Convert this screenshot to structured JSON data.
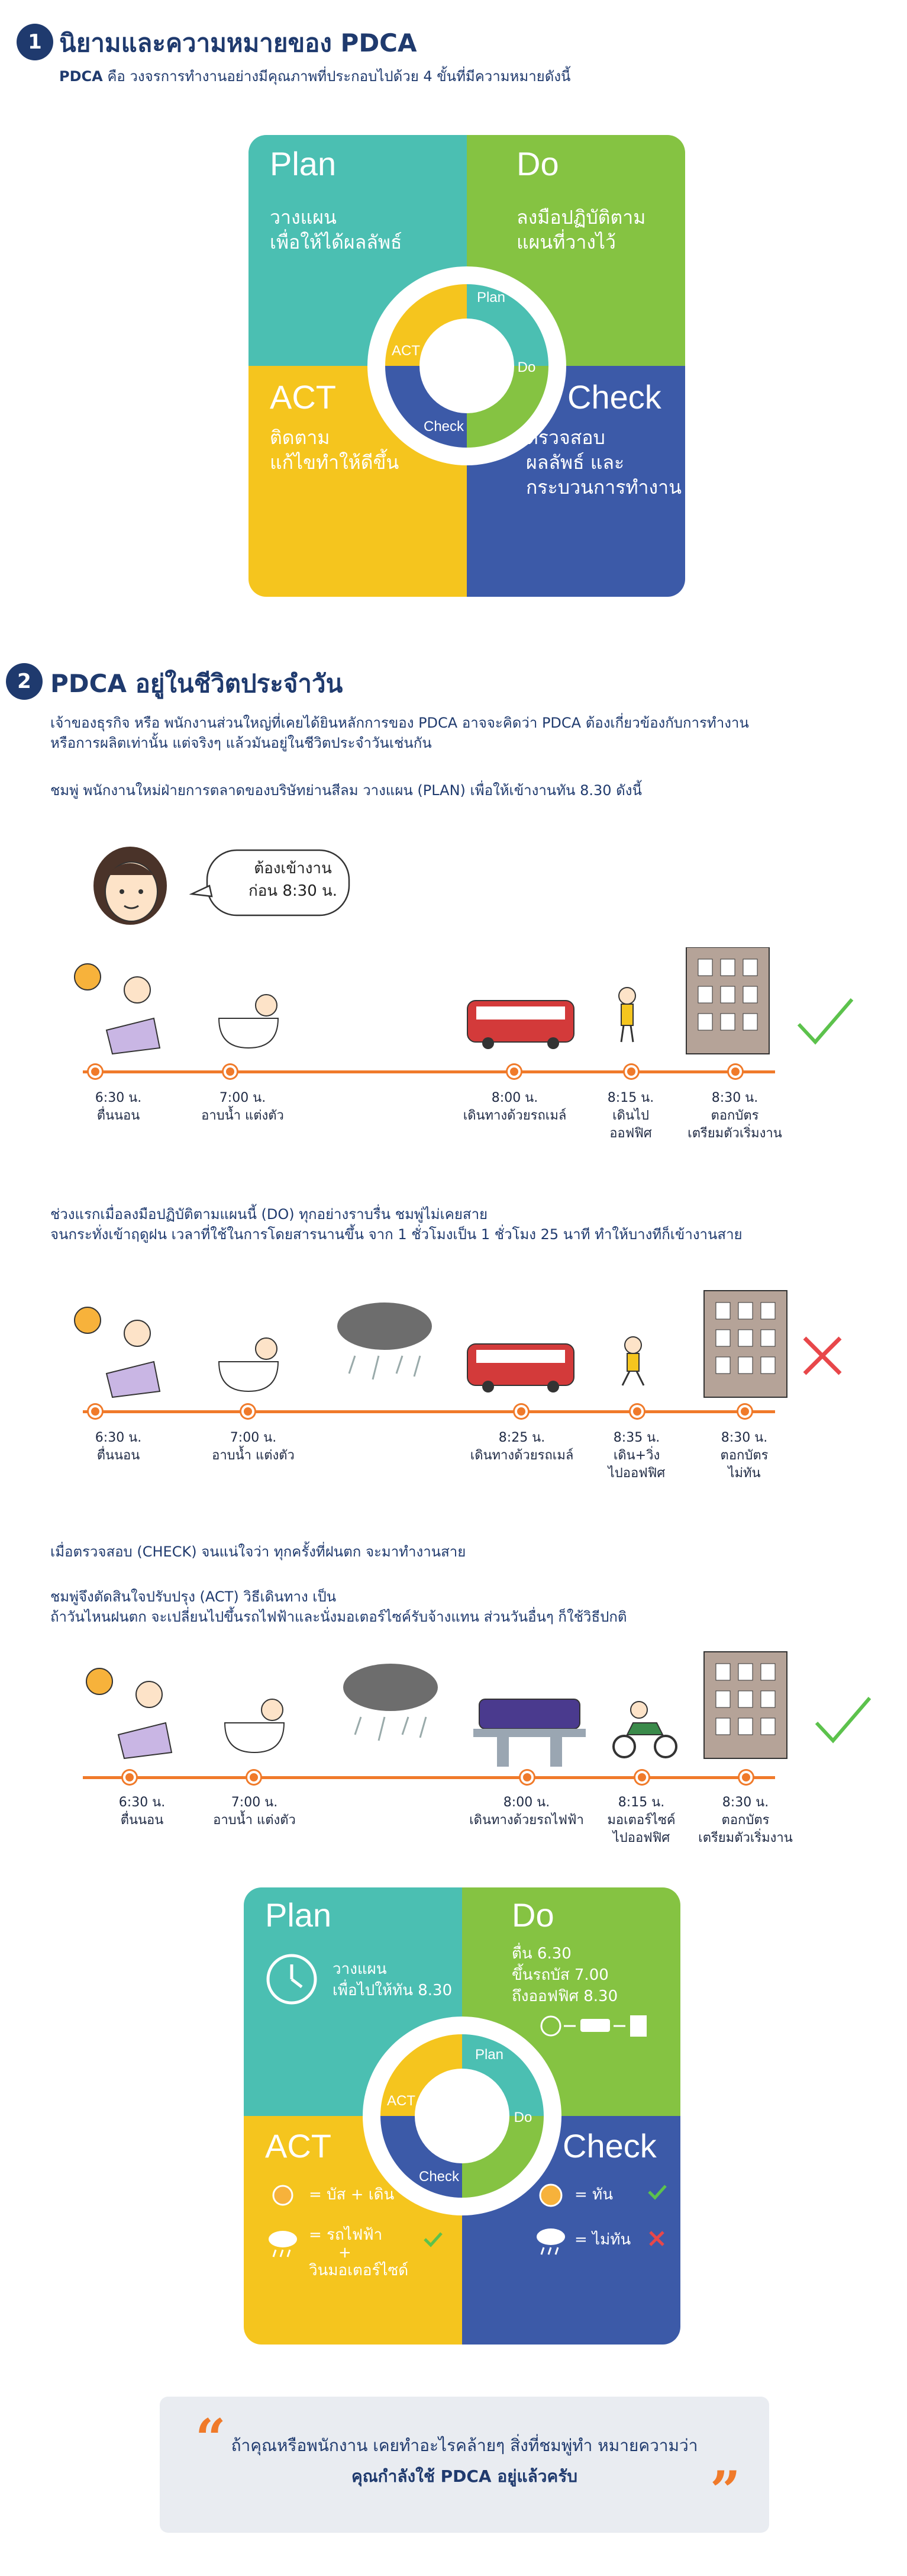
{
  "section1": {
    "number": "1",
    "title": "นิยามและความหมายของ PDCA",
    "intro_bold": "PDCA",
    "intro_text": " คือ วงจรการทำงานอย่างมีคุณภาพที่ประกอบไปด้วย 4 ขั้นที่มีความหมายดังนี้",
    "pdca": {
      "plan_title": "Plan",
      "plan_desc_1": "วางแผน",
      "plan_desc_2": "เพื่อให้ได้ผลลัพธ์",
      "do_title": "Do",
      "do_desc_1": "ลงมือปฏิบัติตาม",
      "do_desc_2": "แผนที่วางไว้",
      "act_title": "ACT",
      "act_desc_1": "ติดตาม",
      "act_desc_2": "แก้ไขทำให้ดีขึ้น",
      "check_title": "Check",
      "check_desc_1": "ตรวจสอบ",
      "check_desc_2": "ผลลัพธ์ และ",
      "check_desc_3": "กระบวนการทำงาน",
      "ring_plan": "Plan",
      "ring_do": "Do",
      "ring_check": "Check",
      "ring_act": "ACT"
    }
  },
  "section2": {
    "number": "2",
    "title": "PDCA อยู่ในชีวิตประจำวัน",
    "para1_line1": "เจ้าของธุรกิจ หรือ พนักงานส่วนใหญ่ที่เคยได้ยินหลักการของ PDCA อาจจะคิดว่า PDCA ต้องเกี่ยวข้องกับการทำงาน",
    "para1_line2": "หรือการผลิตเท่านั้น แต่จริงๆ แล้วมันอยู่ในชีวิตประจำวันเช่นกัน",
    "para2": "ชมพู่ พนักงานใหม่ฝ่ายการตลาดของบริษัทย่านสีลม วางแผน (PLAN) เพื่อให้เข้างานทัน 8.30 ดังนี้",
    "speech_1": "ต้องเข้างาน",
    "speech_2": "ก่อน  8:30  น.",
    "timeline1": [
      {
        "time": "6:30  น.",
        "label": "ตื่นนอน",
        "label2": ""
      },
      {
        "time": "7:00  น.",
        "label": "อาบน้ำ  แต่งตัว",
        "label2": ""
      },
      {
        "time": "8:00  น.",
        "label": "เดินทางด้วยรถเมล์",
        "label2": ""
      },
      {
        "time": "8:15  น.",
        "label": "เดินไป",
        "label2": "ออฟฟิศ"
      },
      {
        "time": "8:30  น.",
        "label": "ตอกบัตร",
        "label2": "เตรียมตัวเริ่มงาน"
      }
    ],
    "para3_line1": "ช่วงแรกเมื่อลงมือปฏิบัติตามแผนนี้ (DO) ทุกอย่างราบรื่น ชมพู่ไม่เคยสาย",
    "para3_line2": "จนกระทั่งเข้าฤดูฝน เวลาที่ใช้ในการโดยสารนานขึ้น จาก 1 ชั่วโมงเป็น 1 ชั่วโมง 25 นาที ทำให้บางทีก็เข้างานสาย",
    "timeline2": [
      {
        "time": "6:30  น.",
        "label": "ตื่นนอน",
        "label2": ""
      },
      {
        "time": "7:00  น.",
        "label": "อาบน้ำ  แต่งตัว",
        "label2": ""
      },
      {
        "time": "8:25  น.",
        "label": "เดินทางด้วยรถเมล์",
        "label2": ""
      },
      {
        "time": "8:35  น.",
        "label": "เดิน+วิ่ง",
        "label2": "ไปออฟฟิศ"
      },
      {
        "time": "8:30  น.",
        "label": "ตอกบัตร",
        "label2": "ไม่ทัน"
      }
    ],
    "para4": "เมื่อตรวจสอบ (CHECK) จนแน่ใจว่า ทุกครั้งที่ฝนตก จะมาทำงานสาย",
    "para5_line1": "ชมพู่จึงตัดสินใจปรับปรุง (ACT) วิธีเดินทาง เป็น",
    "para5_line2": "ถ้าวันไหนฝนตก จะเปลี่ยนไปขึ้นรถไฟฟ้าและนั่งมอเตอร์ไซค์รับจ้างแทน ส่วนวันอื่นๆ ก็ใช้วิธีปกติ",
    "timeline3": [
      {
        "time": "6:30  น.",
        "label": "ตื่นนอน",
        "label2": ""
      },
      {
        "time": "7:00  น.",
        "label": "อาบน้ำ  แต่งตัว",
        "label2": ""
      },
      {
        "time": "8:00  น.",
        "label": "เดินทางด้วยรถไฟฟ้า",
        "label2": ""
      },
      {
        "time": "8:15  น.",
        "label": "มอเตอร์ไซค์",
        "label2": "ไปออฟฟิศ"
      },
      {
        "time": "8:30  น.",
        "label": "ตอกบัตร",
        "label2": "เตรียมตัวเริ่มงาน"
      }
    ],
    "pdca2": {
      "plan_title": "Plan",
      "plan_desc_1": "วางแผน",
      "plan_desc_2": "เพื่อไปให้ทัน 8.30",
      "do_title": "Do",
      "do_desc_1": "ตื่น 6.30",
      "do_desc_2": "ขึ้นรถบัส 7.00",
      "do_desc_3": "ถึงออฟฟิศ 8.30",
      "act_title": "ACT",
      "act_sun": "= บัส + เดิน",
      "act_rain_1": "= รถไฟฟ้า",
      "act_rain_2": "+",
      "act_rain_3": "วินมอเตอร์ไซด์",
      "check_title": "Check",
      "check_sun": "= ทัน",
      "check_rain": "= ไม่ทัน",
      "ring_plan": "Plan",
      "ring_do": "Do",
      "ring_check": "Check",
      "ring_act": "ACT"
    },
    "quote_line1": "ถ้าคุณหรือพนักงาน เคยทำอะไรคล้ายๆ สิ่งที่ชมพู่ทำ หมายความว่า",
    "quote_line2": "คุณกำลังใช้ PDCA อยู่แล้วครับ",
    "quote_open": "“",
    "quote_close": "”"
  },
  "colors": {
    "navy": "#1f3a6e",
    "teal": "#4bbfb2",
    "green": "#85c342",
    "yellow": "#f5c51e",
    "blue": "#3c5aa8",
    "orange": "#f07a2a",
    "check_green": "#5cc24c",
    "cross_red": "#e8474a"
  }
}
